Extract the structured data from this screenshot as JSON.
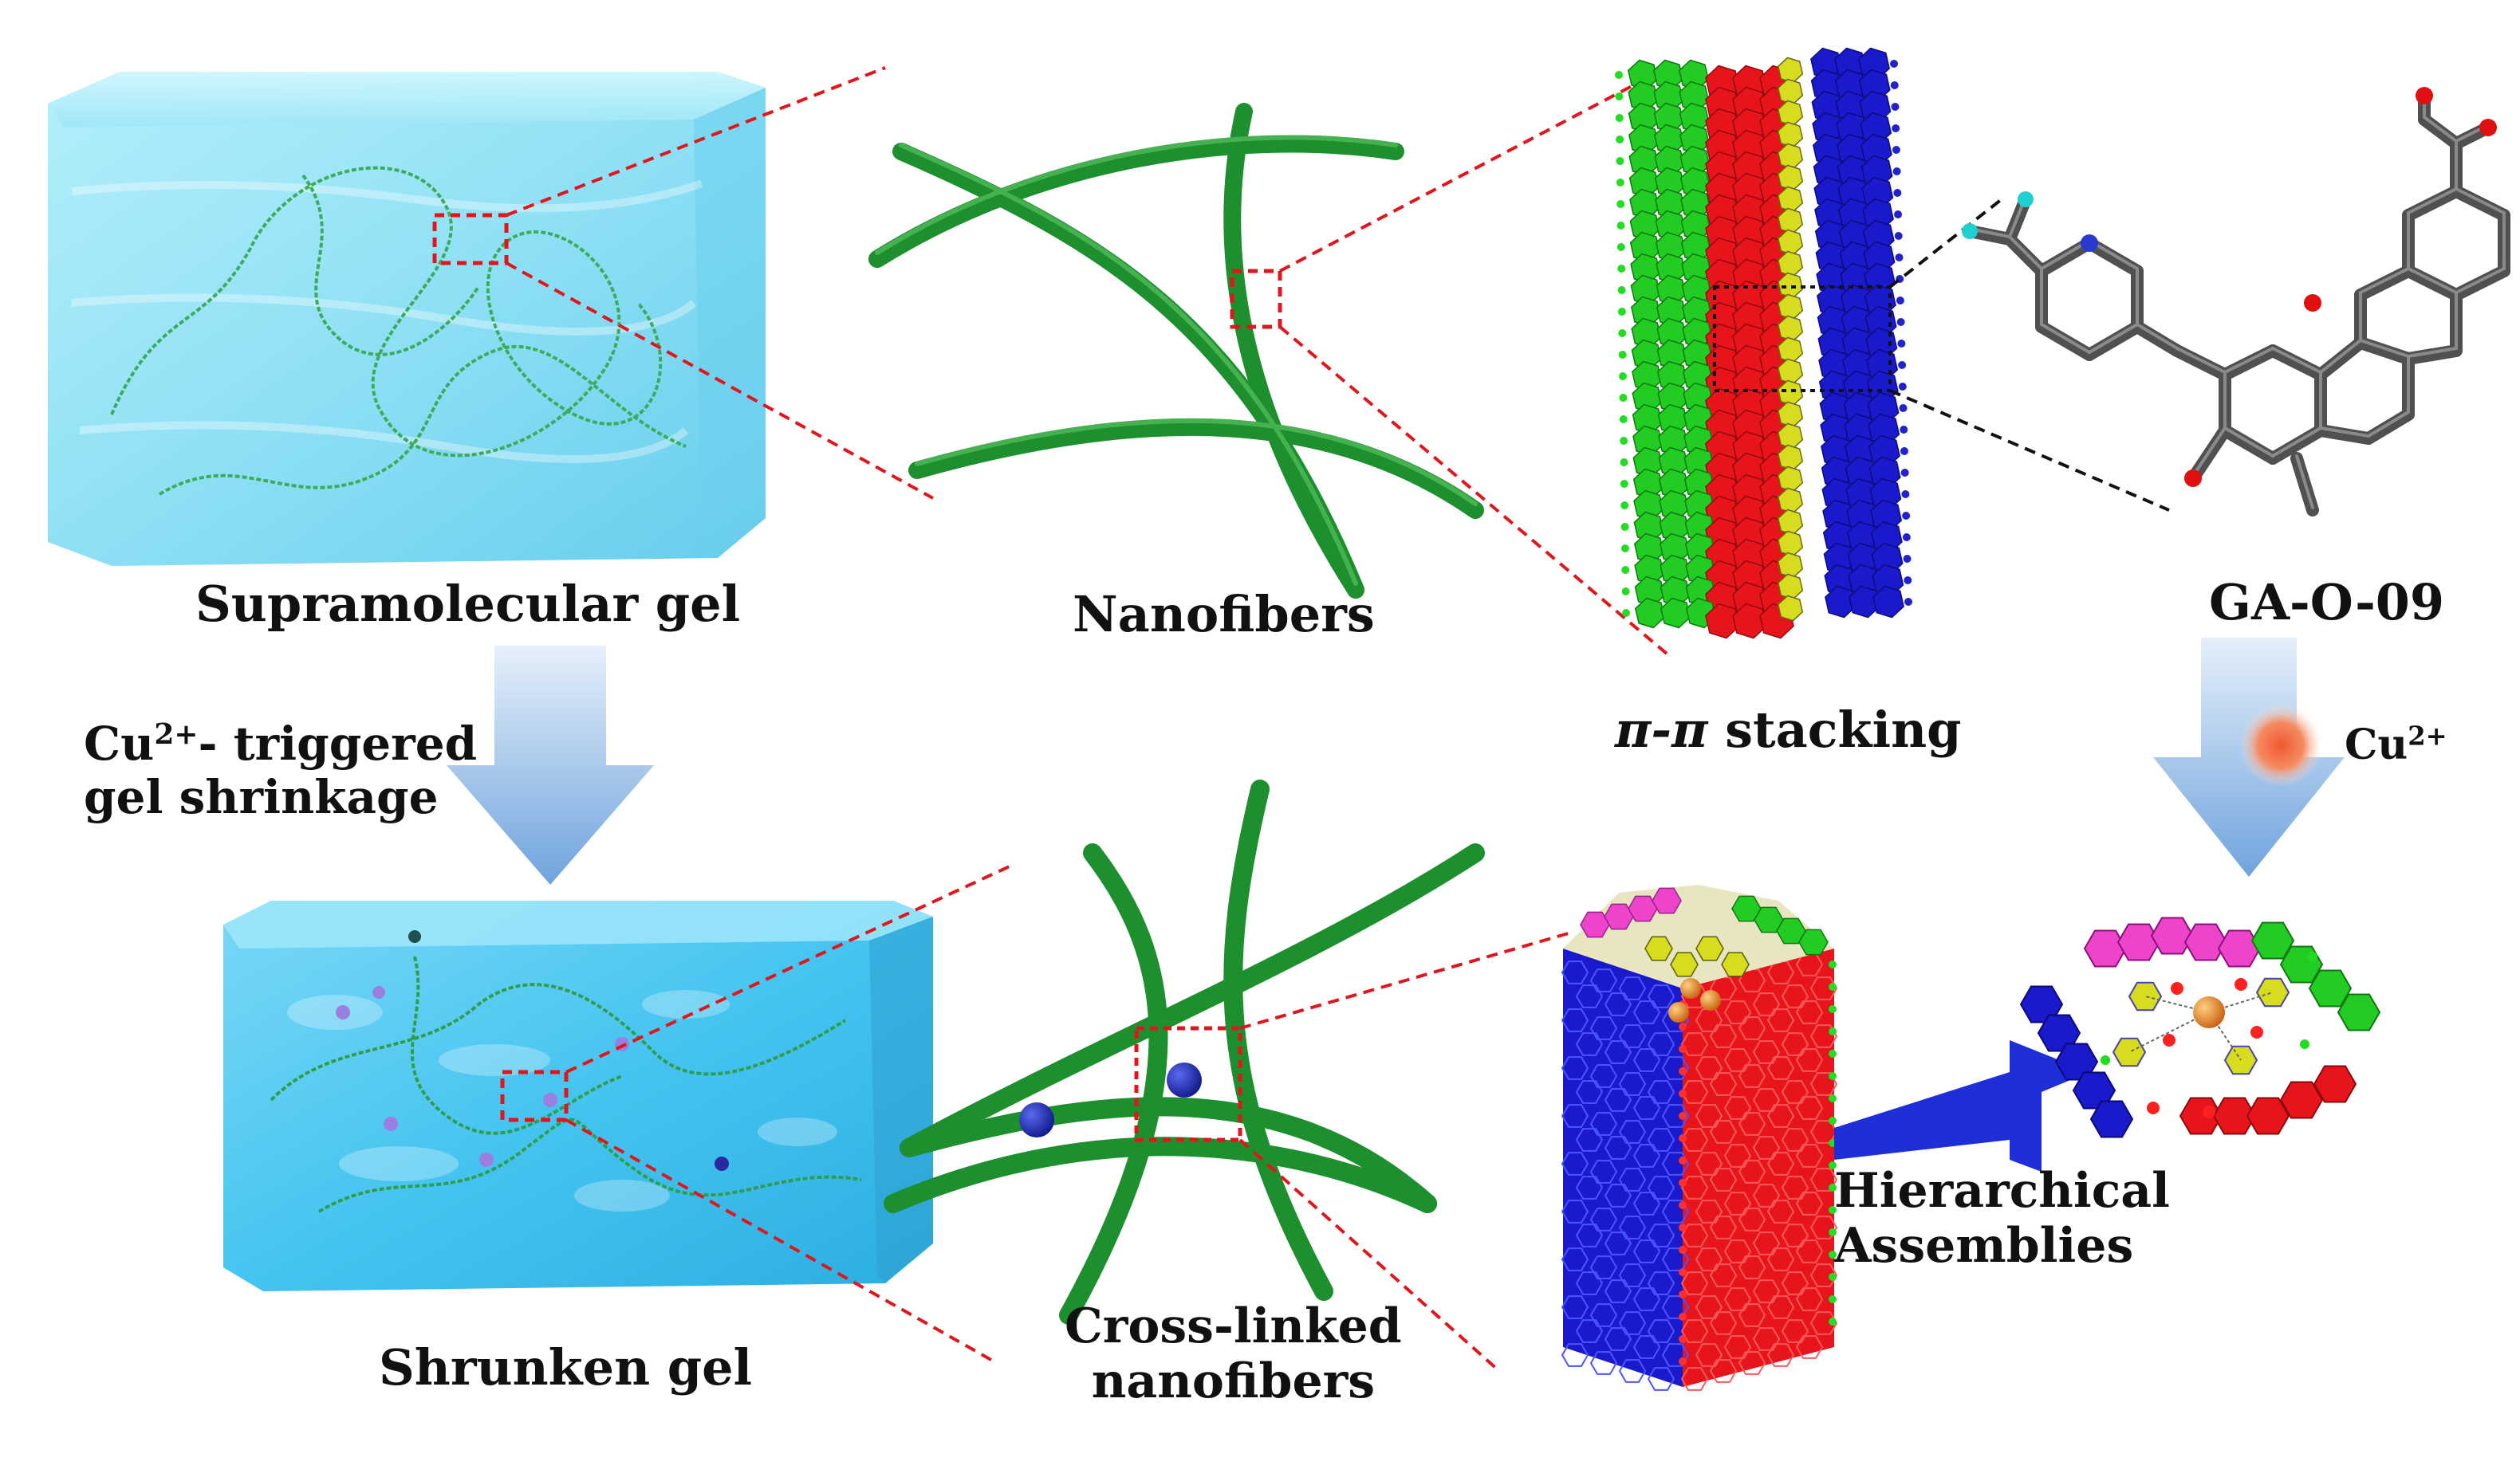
{
  "labels": {
    "supramolecular_gel": "Supramolecular gel",
    "nanofibers": "Nanofibers",
    "pi_stacking_greek": "π-π",
    "pi_stacking_word": "stacking",
    "ga_o_09": "GA-O-09",
    "cu_trigger_base": "Cu",
    "cu_trigger_sup": "2+",
    "cu_trigger_line1_rest": "- triggered",
    "cu_trigger_line2": "gel shrinkage",
    "cu_ion_base": "Cu",
    "cu_ion_sup": "2+",
    "shrunken_gel": "Shrunken gel",
    "cross_linked_line1": "Cross-linked",
    "cross_linked_line2": "nanofibers",
    "hierarchical_line1": "Hierarchical",
    "hierarchical_line2": "Assemblies"
  },
  "colors": {
    "gel_blue": "#8fe0f5",
    "shrunken_blue": "#46c4f0",
    "fiber_green": "#1e8f2e",
    "ring_red": "#e8141c",
    "ring_blue": "#1a1acc",
    "ring_green": "#22cc22",
    "ring_magenta": "#ee44cc",
    "ring_yellow": "#d8dc1e",
    "connector_red": "#e0161c",
    "molecule_gray": "#505050",
    "arrow_blue": "#6fa3dd",
    "cu_orange": "#f07020"
  }
}
